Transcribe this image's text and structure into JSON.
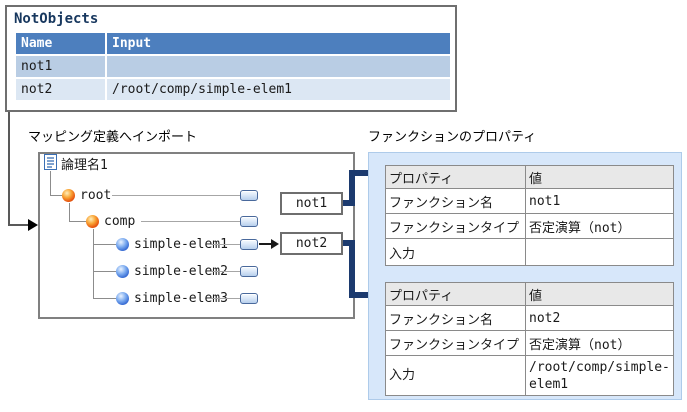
{
  "colors": {
    "table_header_blue": "#4d7fbe",
    "row_not1_bg": "#b9cde4",
    "row_not2_bg": "#dce7f3",
    "navy_arrow": "#1c3a6e",
    "panel_blue": "#d7e7fa",
    "title_navy": "#17375e"
  },
  "not_objects": {
    "title": "NotObjects",
    "columns": [
      "Name",
      "Input"
    ],
    "rows": [
      {
        "name": "not1",
        "input": ""
      },
      {
        "name": "not2",
        "input": "/root/comp/simple-elem1"
      }
    ]
  },
  "mapping_tree": {
    "label": "マッピング定義へインポート",
    "schema_root": "論理名1",
    "nodes": [
      {
        "label": "root"
      },
      {
        "label": "comp"
      },
      {
        "label": "simple-elem1"
      },
      {
        "label": "simple-elem2"
      },
      {
        "label": "simple-elem3"
      }
    ]
  },
  "function_boxes": [
    {
      "label": "not1"
    },
    {
      "label": "not2"
    }
  ],
  "properties_panel": {
    "label": "ファンクションのプロパティ",
    "tables": [
      {
        "headers": [
          "プロパティ",
          "値"
        ],
        "rows": [
          [
            "ファンクション名",
            "not1"
          ],
          [
            "ファンクションタイプ",
            "否定演算（not）"
          ],
          [
            "入力",
            ""
          ]
        ]
      },
      {
        "headers": [
          "プロパティ",
          "値"
        ],
        "rows": [
          [
            "ファンクション名",
            "not2"
          ],
          [
            "ファンクションタイプ",
            "否定演算（not）"
          ],
          [
            "入力",
            "/root/comp/simple-elem1"
          ]
        ]
      }
    ]
  }
}
